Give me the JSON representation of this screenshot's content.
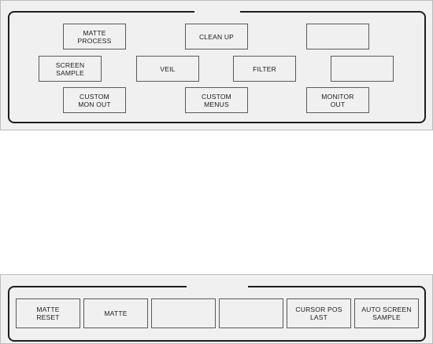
{
  "top_panel": {
    "buttons": [
      {
        "label": "MATTE\nPROCESS"
      },
      {
        "label": "CLEAN UP"
      },
      {
        "label": ""
      },
      {
        "label": "SCREEN\nSAMPLE"
      },
      {
        "label": "VEIL"
      },
      {
        "label": "FILTER"
      },
      {
        "label": ""
      },
      {
        "label": "CUSTOM\nMON OUT"
      },
      {
        "label": "CUSTOM\nMENUS"
      },
      {
        "label": "MONITOR\nOUT"
      }
    ]
  },
  "bottom_panel": {
    "buttons": [
      {
        "label": "MATTE\nRESET"
      },
      {
        "label": "MATTE"
      },
      {
        "label": ""
      },
      {
        "label": ""
      },
      {
        "label": "CURSOR POS\nLAST"
      },
      {
        "label": "AUTO SCREEN\nSAMPLE"
      }
    ]
  }
}
